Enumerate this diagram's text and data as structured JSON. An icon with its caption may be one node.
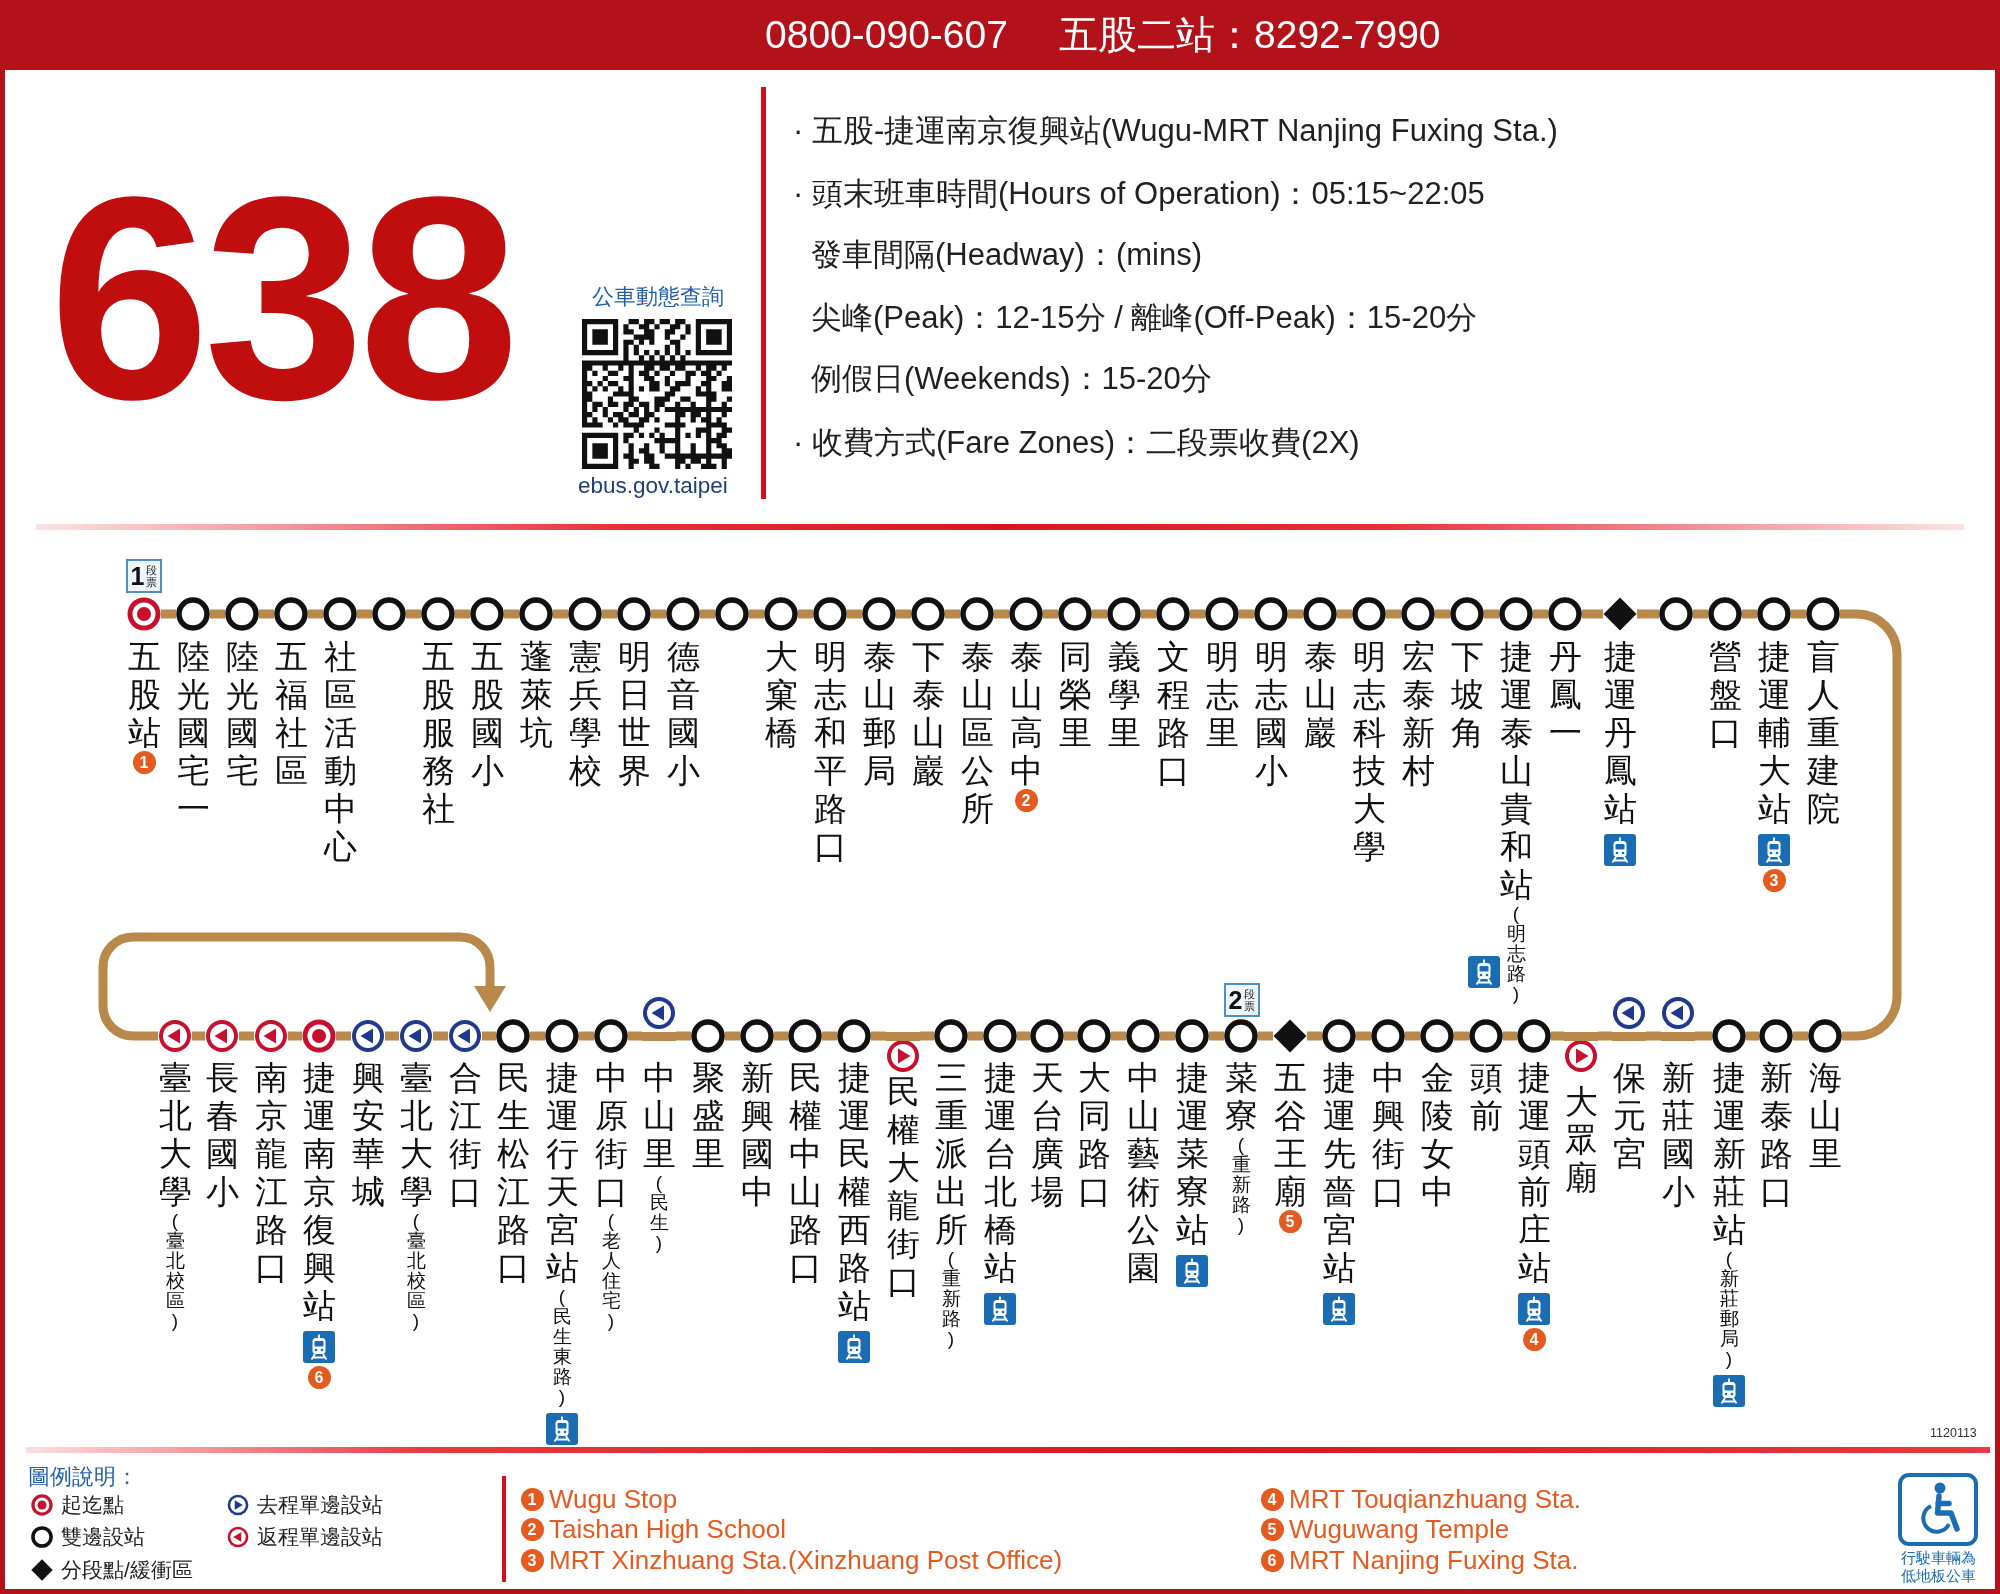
{
  "diagram": {
    "nodes": [
      {
        "text": [
          "0800-090-607",
          "五股二站：8292-7990"
        ]
      },
      {
        "text": [
          "1",
          "段票"
        ]
      },
      {
        "text": [
          "五股站"
        ]
      },
      {
        "text": [
          "陸光國宅一"
        ]
      },
      {
        "text": [
          "陸光國宅"
        ]
      },
      {
        "text": [
          "五福社區"
        ]
      },
      {
        "text": [
          "社區活動中心"
        ]
      },
      {
        "text": [],
        "shape": "circle"
      },
      {
        "text": [
          "五股服務社"
        ]
      },
      {
        "text": [
          "五股國小"
        ]
      },
      {
        "text": [
          "蓬萊坑"
        ]
      },
      {
        "text": [
          "憲兵學校"
        ]
      },
      {
        "text": [
          "明日世界"
        ]
      },
      {
        "text": [
          "德音國小"
        ]
      },
      {
        "text": [],
        "shape": "circle"
      },
      {
        "text": [
          "大窠橋"
        ]
      },
      {
        "text": [
          "明志和平路口"
        ]
      },
      {
        "text": [
          "泰山郵局"
        ]
      },
      {
        "text": [
          "下泰山巖"
        ]
      },
      {
        "text": [
          "泰山區公所"
        ]
      },
      {
        "text": [
          "泰山高中"
        ]
      },
      {
        "text": [
          "同榮里"
        ]
      },
      {
        "text": [
          "義學里"
        ]
      },
      {
        "text": [
          "文程路口"
        ]
      },
      {
        "text": [
          "明志里"
        ]
      },
      {
        "text": [
          "明志國小"
        ]
      },
      {
        "text": [
          "泰山巖"
        ]
      },
      {
        "text": [
          "明志科技大學"
        ]
      },
      {
        "text": [
          "宏泰新村"
        ]
      },
      {
        "text": [
          "下坡角"
        ]
      },
      {
        "text": [
          "捷運泰山貴和站",
          "(明志路)"
        ]
      },
      {
        "text": [
          "丹鳳一"
        ]
      },
      {
        "text": [
          "捷運丹鳳站"
        ]
      },
      {
        "text": [],
        "shape": "circle"
      },
      {
        "text": [
          "營盤口"
        ]
      },
      {
        "text": [
          "捷運輔大站"
        ]
      },
      {
        "text": [
          "盲人重建院"
        ]
      },
      {
        "text": [
          "2",
          "段票"
        ]
      },
      {
        "text": [
          "臺北大學",
          "(臺北校區)"
        ]
      },
      {
        "text": [
          "長春國小"
        ]
      },
      {
        "text": [
          "南京龍江路口"
        ]
      },
      {
        "text": [
          "捷運南京復興站"
        ]
      },
      {
        "text": [
          "興安華城"
        ]
      },
      {
        "text": [
          "臺北大學",
          "(臺北校區)"
        ]
      },
      {
        "text": [
          "合江街口"
        ]
      },
      {
        "text": [
          "民生松江路口"
        ]
      },
      {
        "text": [
          "捷運行天宮站",
          "(民生東路)"
        ]
      },
      {
        "text": [
          "中原街口",
          "(老人住宅)"
        ]
      },
      {
        "text": [
          "中山里",
          "(民生)"
        ]
      },
      {
        "text": [
          "聚盛里"
        ]
      },
      {
        "text": [
          "新興國中"
        ]
      },
      {
        "text": [
          "民權中山路口"
        ]
      },
      {
        "text": [
          "捷運民權西路站"
        ]
      },
      {
        "text": [
          "民權大龍街口"
        ]
      },
      {
        "text": [
          "三重派出所",
          "(重新路)"
        ]
      },
      {
        "text": [
          "捷運台北橋站"
        ]
      },
      {
        "text": [
          "天台廣場"
        ]
      },
      {
        "text": [
          "大同路口"
        ]
      },
      {
        "text": [
          "中山藝術公園"
        ]
      },
      {
        "text": [
          "捷運菜寮站"
        ]
      },
      {
        "text": [
          "菜寮",
          "(重新路)"
        ]
      },
      {
        "text": [
          "五谷王廟"
        ]
      },
      {
        "text": [
          "捷運先嗇宮站"
        ]
      },
      {
        "text": [
          "中興街口"
        ]
      },
      {
        "text": [
          "金陵女中"
        ]
      },
      {
        "text": [
          "頭前"
        ]
      },
      {
        "text": [
          "捷運頭前庄站"
        ]
      },
      {
        "text": [
          "大眾廟"
        ]
      },
      {
        "text": [
          "保元宮"
        ]
      },
      {
        "text": [
          "新莊國小"
        ]
      },
      {
        "text": [
          "捷運新莊站",
          "(新莊郵局)"
        ]
      },
      {
        "text": [
          "新泰路口"
        ]
      },
      {
        "text": [
          "海山里"
        ]
      },
      {
        "text": [
          "行駛車輛為低地板公車"
        ]
      }
    ],
    "edges": [
      {
        "from": 2,
        "to": 3,
        "arrow": "none"
      },
      {
        "from": 3,
        "to": 4,
        "arrow": "none"
      },
      {
        "from": 4,
        "to": 5,
        "arrow": "none"
      },
      {
        "from": 5,
        "to": 6,
        "arrow": "none"
      },
      {
        "from": 6,
        "to": 7,
        "arrow": "none"
      },
      {
        "from": 7,
        "to": 8,
        "arrow": "none"
      },
      {
        "from": 8,
        "to": 9,
        "arrow": "none"
      },
      {
        "from": 9,
        "to": 10,
        "arrow": "none"
      },
      {
        "from": 10,
        "to": 11,
        "arrow": "none"
      },
      {
        "from": 11,
        "to": 12,
        "arrow": "none"
      },
      {
        "from": 12,
        "to": 13,
        "arrow": "none"
      },
      {
        "from": 13,
        "to": 14,
        "arrow": "none"
      },
      {
        "from": 14,
        "to": 15,
        "arrow": "none"
      },
      {
        "from": 15,
        "to": 16,
        "arrow": "none"
      },
      {
        "from": 16,
        "to": 17,
        "arrow": "none"
      },
      {
        "from": 17,
        "to": 18,
        "arrow": "none"
      },
      {
        "from": 18,
        "to": 19,
        "arrow": "none"
      },
      {
        "from": 19,
        "to": 20,
        "arrow": "none"
      },
      {
        "from": 20,
        "to": 21,
        "arrow": "none"
      },
      {
        "from": 21,
        "to": 22,
        "arrow": "none"
      },
      {
        "from": 22,
        "to": 23,
        "arrow": "none"
      },
      {
        "from": 23,
        "to": 24,
        "arrow": "none"
      },
      {
        "from": 24,
        "to": 25,
        "arrow": "none"
      },
      {
        "from": 25,
        "to": 26,
        "arrow": "none"
      },
      {
        "from": 26,
        "to": 27,
        "arrow": "none"
      },
      {
        "from": 27,
        "to": 28,
        "arrow": "none"
      },
      {
        "from": 28,
        "to": 29,
        "arrow": "none"
      },
      {
        "from": 29,
        "to": 30,
        "arrow": "none"
      },
      {
        "from": 30,
        "to": 31,
        "arrow": "none"
      },
      {
        "from": 31,
        "to": 32,
        "arrow": "none"
      },
      {
        "from": 32,
        "to": 33,
        "arrow": "none"
      },
      {
        "from": 33,
        "to": 34,
        "arrow": "none"
      },
      {
        "from": 34,
        "to": 35,
        "arrow": "none"
      },
      {
        "from": 35,
        "to": 36,
        "arrow": "none"
      },
      {
        "from": 36,
        "to": 72,
        "arrow": "none"
      },
      {
        "from": 72,
        "to": 71,
        "arrow": "none"
      },
      {
        "from": 71,
        "to": 70,
        "arrow": "none"
      },
      {
        "from": 70,
        "to": 69,
        "arrow": "none"
      },
      {
        "from": 69,
        "to": 68,
        "arrow": "none"
      },
      {
        "from": 68,
        "to": 67,
        "arrow": "none"
      },
      {
        "from": 67,
        "to": 66,
        "arrow": "none"
      },
      {
        "from": 66,
        "to": 65,
        "arrow": "none"
      },
      {
        "from": 65,
        "to": 64,
        "arrow": "none"
      },
      {
        "from": 64,
        "to": 63,
        "arrow": "none"
      },
      {
        "from": 63,
        "to": 62,
        "arrow": "none"
      },
      {
        "from": 62,
        "to": 61,
        "arrow": "none"
      },
      {
        "from": 61,
        "to": 60,
        "arrow": "none"
      },
      {
        "from": 60,
        "to": 59,
        "arrow": "none"
      },
      {
        "from": 59,
        "to": 58,
        "arrow": "none"
      },
      {
        "from": 58,
        "to": 57,
        "arrow": "none"
      },
      {
        "from": 57,
        "to": 56,
        "arrow": "none"
      },
      {
        "from": 56,
        "to": 55,
        "arrow": "none"
      },
      {
        "from": 55,
        "to": 54,
        "arrow": "none"
      },
      {
        "from": 54,
        "to": 53,
        "arrow": "none"
      },
      {
        "from": 53,
        "to": 52,
        "arrow": "none"
      },
      {
        "from": 52,
        "to": 51,
        "arrow": "none"
      },
      {
        "from": 51,
        "to": 50,
        "arrow": "none"
      },
      {
        "from": 50,
        "to": 49,
        "arrow": "none"
      },
      {
        "from": 49,
        "to": 48,
        "arrow": "none"
      },
      {
        "from": 48,
        "to": 47,
        "arrow": "none"
      },
      {
        "from": 47,
        "to": 46,
        "arrow": "none"
      },
      {
        "from": 46,
        "to": 45,
        "arrow": "none"
      },
      {
        "from": 45,
        "to": 44,
        "arrow": "none"
      },
      {
        "from": 44,
        "to": 43,
        "arrow": "none"
      },
      {
        "from": 43,
        "to": 42,
        "arrow": "none"
      },
      {
        "from": 42,
        "to": 41,
        "arrow": "none"
      },
      {
        "from": 41,
        "to": 40,
        "arrow": "none"
      },
      {
        "from": 40,
        "to": 39,
        "arrow": "none"
      },
      {
        "from": 39,
        "to": 38,
        "arrow": "none"
      },
      {
        "from": 38,
        "to": 45,
        "arrow": "to"
      }
    ],
    "labels": [
      "638",
      "公車動態查詢",
      "ebus.gov.taipei",
      "· 五股-捷運南京復興站(Wugu-MRT Nanjing Fuxing Sta.)",
      "· 頭末班車時間(Hours of Operation)：05:15~22:05",
      "發車間隔(Headway)：(mins)",
      "尖峰(Peak)：12-15分 / 離峰(Off-Peak)：15-20分",
      "例假日(Weekends)：15-20分",
      "· 收費方式(Fare Zones)：二段票收費(2X)",
      "1",
      "2",
      "3",
      "6",
      "5",
      "4",
      "1120113",
      "圖例說明：",
      "1",
      "Wugu Stop",
      "2",
      "Taishan High School",
      "3",
      "MRT Xinzhuang Sta.(Xinzhuang Post Office)",
      "4",
      "MRT Touqianzhuang Sta.",
      "5",
      "Wuguwang Temple",
      "6",
      "MRT Nanjing Fuxing Sta."
    ],
    "legend": [
      {
        "text": "起迄點"
      },
      {
        "text": "去程單邊設站"
      },
      {
        "text": "雙邊設站"
      },
      {
        "text": "返程單邊設站"
      },
      {
        "text": "分段點/緩衝區"
      }
    ]
  }
}
